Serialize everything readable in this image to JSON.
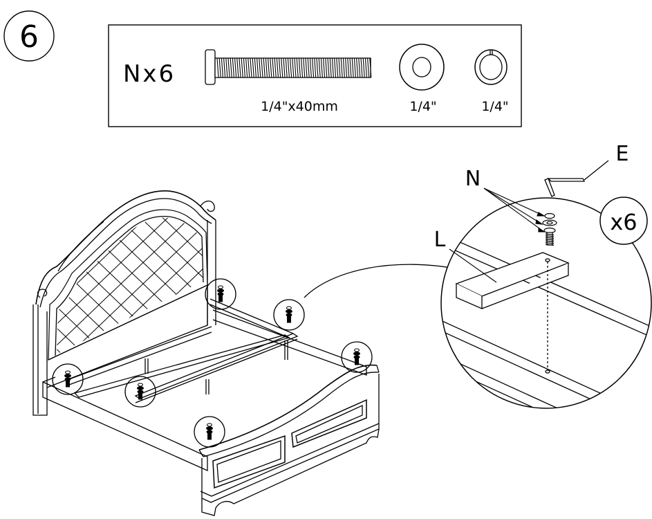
{
  "step": {
    "number": "6"
  },
  "parts_box": {
    "part_code": "Nx6",
    "bolt_size": "1/4\"x40mm",
    "flat_washer_size": "1/4\"",
    "lock_washer_size": "1/4\""
  },
  "callouts": {
    "allen_key": "E",
    "hardware": "N",
    "slat": "L",
    "multiplier": "x6"
  }
}
